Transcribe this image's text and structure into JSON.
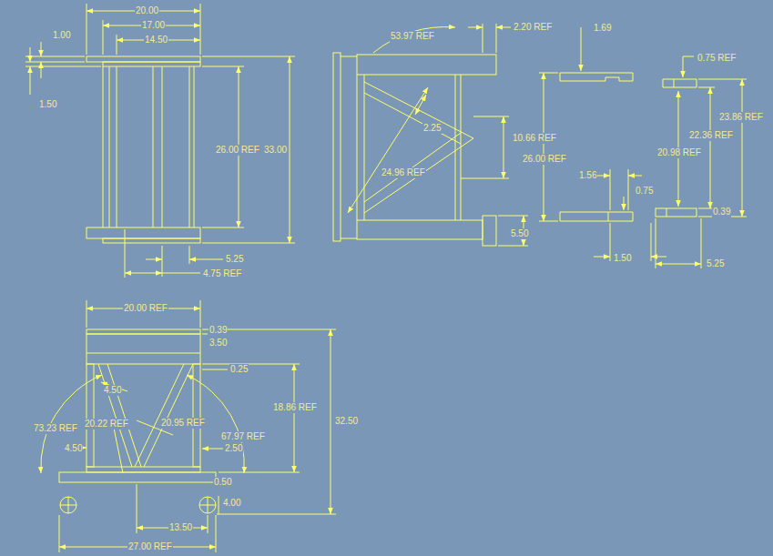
{
  "diagram": {
    "labels": [
      "20.00",
      "17.00",
      "14.50",
      "1.00",
      "1.50",
      "26.00 REF",
      "33.00",
      "5.25",
      "4.75 REF",
      "53.97 REF",
      "2.20 REF",
      "2.25",
      "10.66 REF",
      "24.96 REF",
      "5.50",
      "1.69",
      "0.75 REF",
      "26.00 REF",
      "23.86 REF",
      "22.36 REF",
      "20.98 REF",
      "1.56",
      "0.75",
      "0.39",
      "1.50",
      "5.25",
      "20.00 REF",
      "0.39",
      "3.50",
      "0.25",
      "18.86 REF",
      "32.50",
      "4.50",
      "73.23 REF",
      "20.22 REF",
      "20.95 REF",
      "67.97 REF",
      "4.50",
      "2.50",
      "0.50",
      "4.00",
      "13.50",
      "27.00 REF"
    ]
  }
}
